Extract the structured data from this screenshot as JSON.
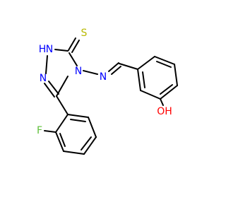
{
  "molecule": {
    "atom_labels": {
      "sulfur": "S",
      "ring_nh": "H",
      "ring_n_left": "N",
      "ring_n_subst": "N",
      "imine_n": "N",
      "fluorine": "F",
      "hydroxyl": "OH"
    },
    "colors": {
      "bond": "#000000",
      "sulfur": "#b8b800",
      "nitrogen": "#0000ff",
      "fluorine": "#5fbf3a",
      "oxygen": "#ff0000"
    }
  }
}
